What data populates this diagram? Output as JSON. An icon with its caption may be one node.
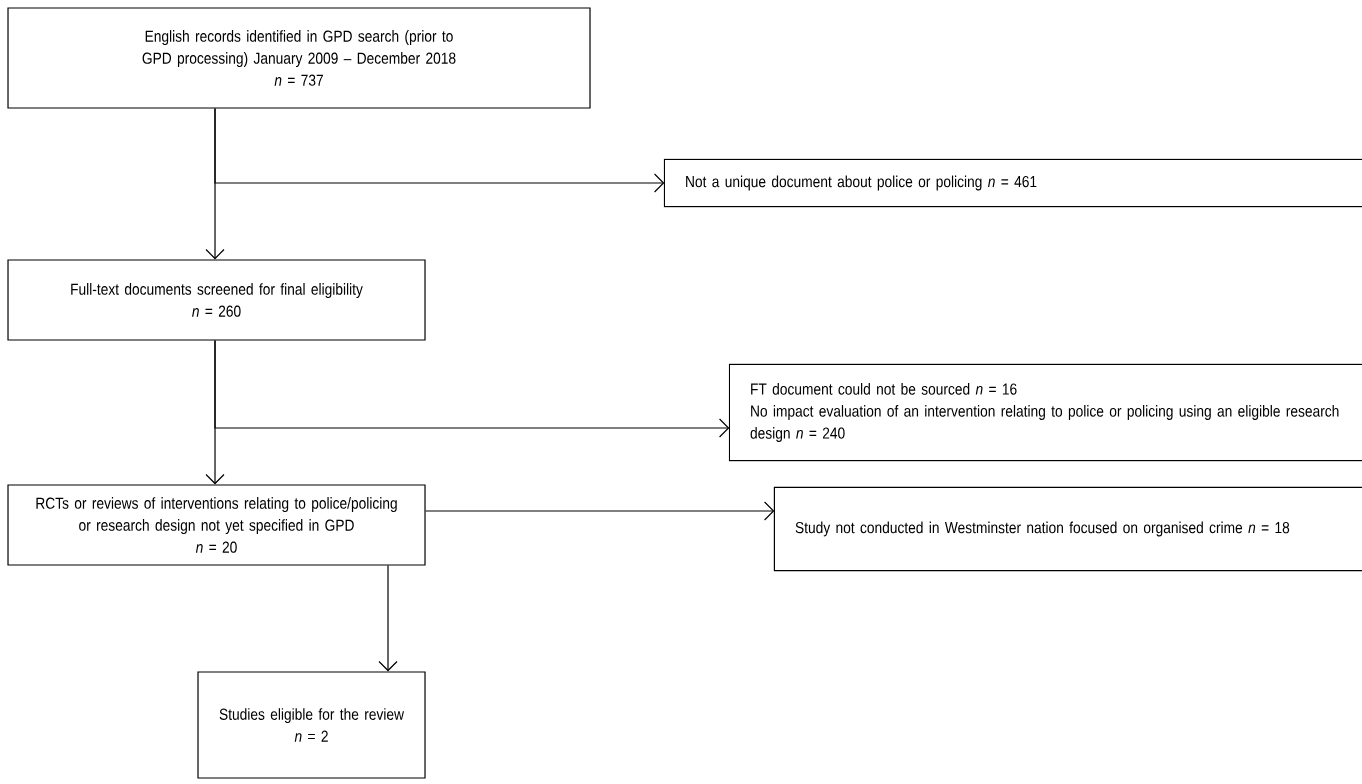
{
  "diagram": {
    "nodes": [
      {
        "text": [
          "English records identified in GPD search (prior to GPD processing) January 2009 – December 2018",
          "*n* = 737"
        ]
      },
      {
        "text": [
          "Not a unique document about police or policing  *n* = 461"
        ]
      },
      {
        "text": [
          "Full-text documents screened for final eligibility",
          "*n* = 260"
        ]
      },
      {
        "text": [
          "FT document could not be sourced *n* = 16",
          "No impact evaluation of an intervention relating to police or policing using an eligible research design *n* = 240"
        ]
      },
      {
        "text": [
          "RCTs or reviews of interventions relating to police/policing or research design not yet specified in GPD",
          "*n* = 20"
        ]
      },
      {
        "text": [
          "Study not conducted in Westminster nation focused on organised crime *n* = 18"
        ]
      },
      {
        "text": [
          "Studies eligible for the review",
          "*n* = 2"
        ]
      }
    ],
    "edges": [
      {
        "from": 0,
        "to": 2,
        "arrow": "to"
      },
      {
        "from": 0,
        "to": 1,
        "arrow": "to"
      },
      {
        "from": 2,
        "to": 4,
        "arrow": "to"
      },
      {
        "from": 2,
        "to": 3,
        "arrow": "to"
      },
      {
        "from": 4,
        "to": 6,
        "arrow": "to"
      },
      {
        "from": 4,
        "to": 5,
        "arrow": "to"
      }
    ]
  }
}
